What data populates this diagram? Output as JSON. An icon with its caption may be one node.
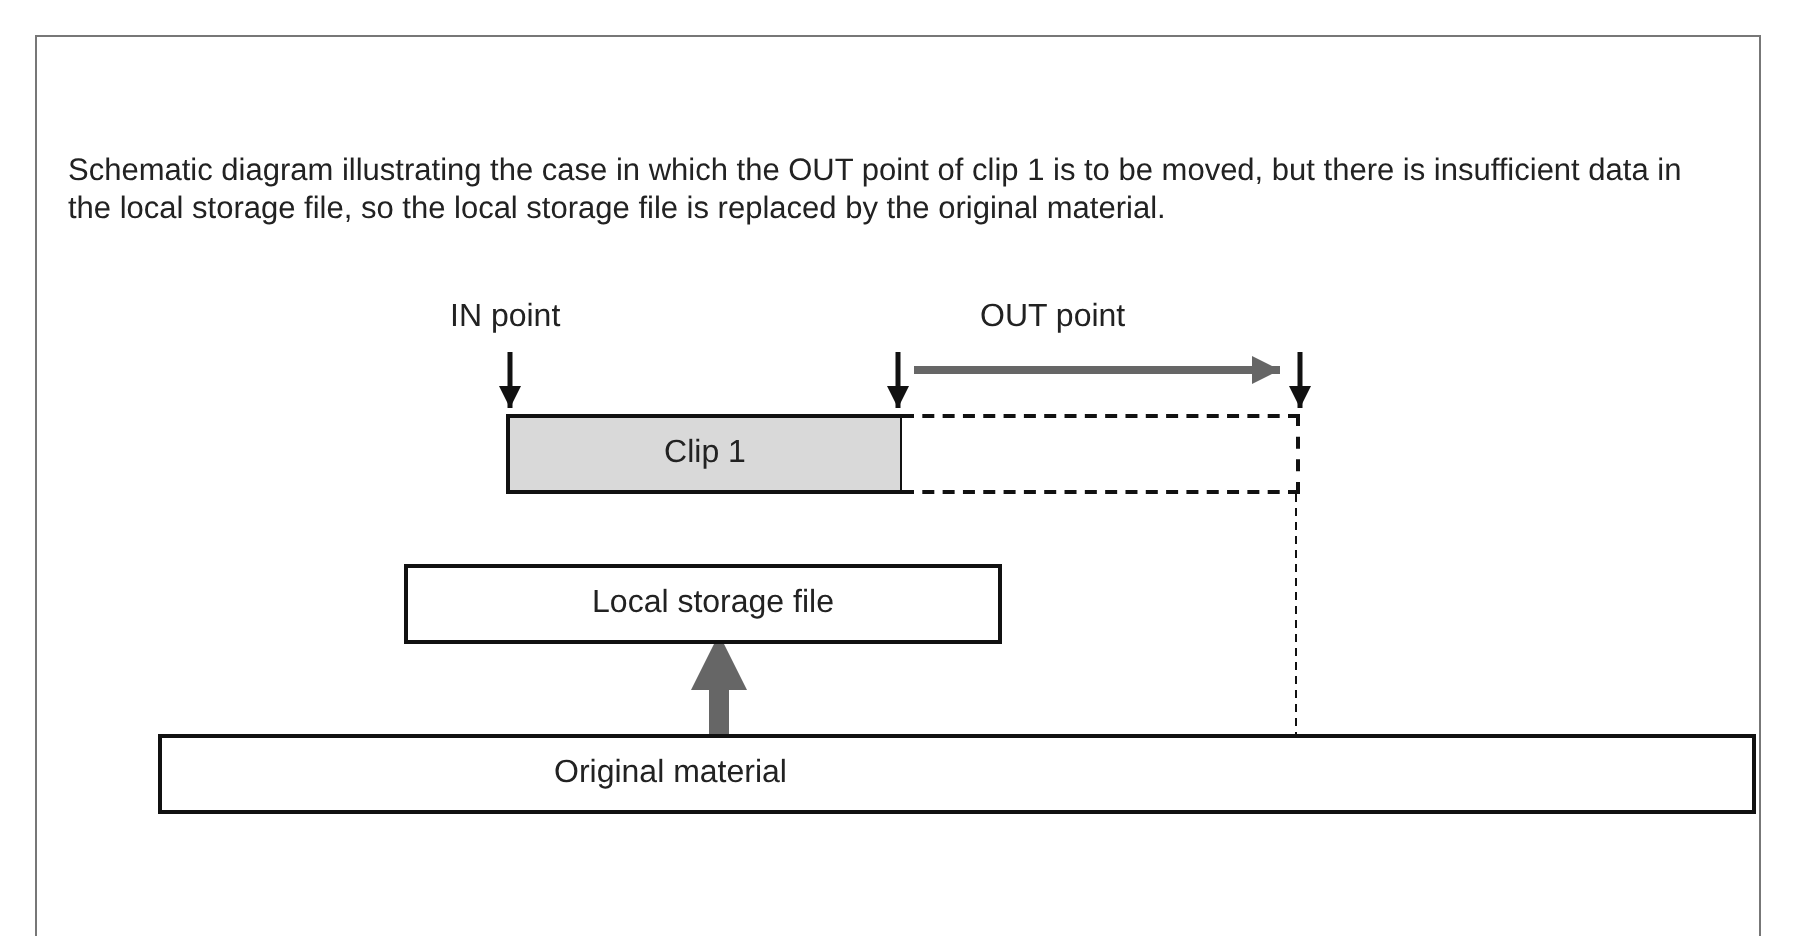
{
  "diagram": {
    "title": "Schematic diagram illustrating the case in which the OUT point of clip 1 is to be moved, but there is insufficient data in the local storage file, so the local storage file is replaced by the original material.",
    "nodes": [
      {
        "text": [
          "Clip 1"
        ]
      },
      {
        "text": [],
        "shape": "box"
      },
      {
        "text": [
          "Local storage file"
        ]
      },
      {
        "text": [
          "Original material"
        ]
      }
    ],
    "edges": [
      {
        "from": 3,
        "to": 2,
        "arrow": "to",
        "style": "thick",
        "color": "#666666"
      },
      {
        "from": 1,
        "to": 3,
        "arrow": "none",
        "style": "dashed"
      }
    ],
    "labels": [
      "IN point",
      "OUT point"
    ]
  }
}
